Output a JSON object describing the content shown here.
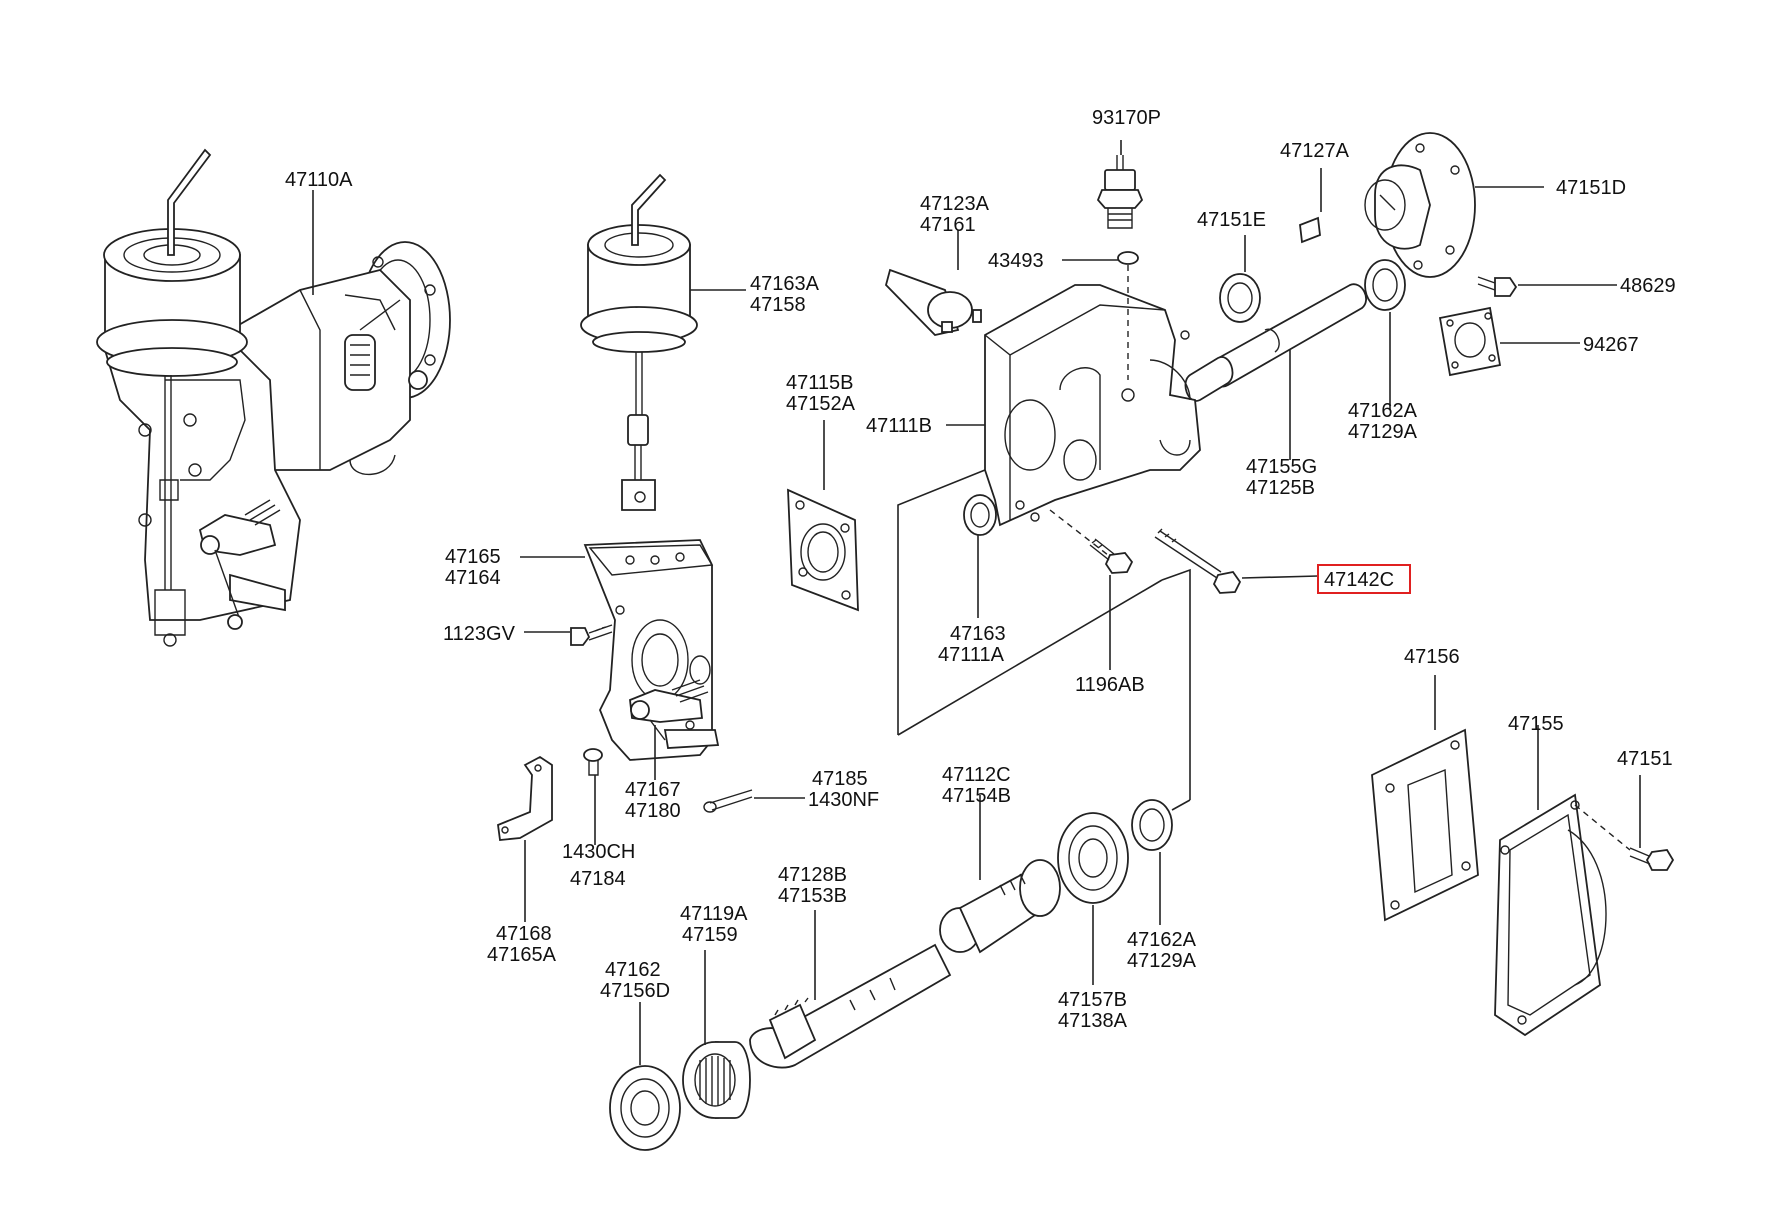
{
  "highlight_color": "#e02020",
  "labels": {
    "l47110A": "47110A",
    "l47163A": "47163A",
    "l47158": "47158",
    "l47123A": "47123A",
    "l47161": "47161",
    "l93170P": "93170P",
    "l43493": "43493",
    "l47127A": "47127A",
    "l47151D": "47151D",
    "l47151E": "47151E",
    "l48629": "48629",
    "l94267": "94267",
    "l47115B": "47115B",
    "l47152A": "47152A",
    "l47111B": "47111B",
    "l47162A_top": "47162A",
    "l47129A_top": "47129A",
    "l47155G": "47155G",
    "l47125B": "47125B",
    "l47165": "47165",
    "l47164": "47164",
    "l1123GV": "1123GV",
    "l47142C": "47142C",
    "l47163": "47163",
    "l47111A": "47111A",
    "l1196AB": "1196AB",
    "l47167": "47167",
    "l47180": "47180",
    "l47185": "47185",
    "l1430NF": "1430NF",
    "l1430CH": "1430CH",
    "l47184": "47184",
    "l47168": "47168",
    "l47165A": "47165A",
    "l47156": "47156",
    "l47155": "47155",
    "l47151": "47151",
    "l47112C": "47112C",
    "l47154B": "47154B",
    "l47128B": "47128B",
    "l47153B": "47153B",
    "l47119A": "47119A",
    "l47159": "47159",
    "l47162": "47162",
    "l47156D": "47156D",
    "l47162A_bot": "47162A",
    "l47129A_bot": "47129A",
    "l47157B": "47157B",
    "l47138A": "47138A"
  }
}
